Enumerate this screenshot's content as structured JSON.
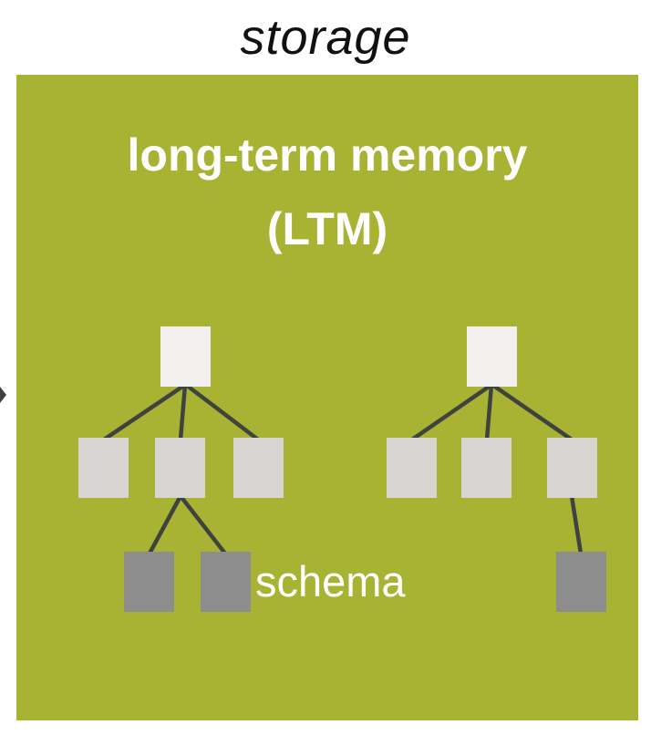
{
  "title": "storage",
  "ltm_box": {
    "heading_line1": "long-term memory",
    "heading_line2": "(LTM)",
    "schema_label": "schema"
  },
  "colors": {
    "box_background": "#a8b233",
    "root_node": "#f2f0ee",
    "child_node": "#d7d4d2",
    "schema_node": "#8d8d8d",
    "connector_line": "#3e433f",
    "heading_text": "#ffffff",
    "title_text": "#111111"
  },
  "structure": {
    "left_tree": {
      "root_children": 3,
      "schema_children_of_middle_child": 2
    },
    "right_tree": {
      "root_children": 3,
      "schema_children_of_right_child": 1
    }
  }
}
